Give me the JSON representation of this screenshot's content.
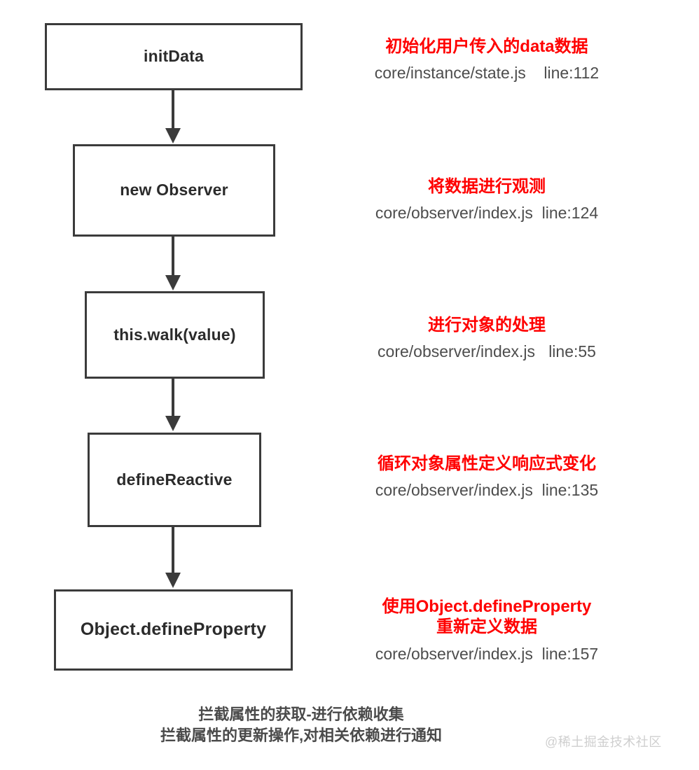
{
  "diagram": {
    "title": "Vue data reactivity flow",
    "accent_red": "#ff0000",
    "node_border": "#3b3b3b",
    "path_text_color": "#4d4d4d",
    "nodes": [
      {
        "label": "initData"
      },
      {
        "label": "new Observer"
      },
      {
        "label": "this.walk(value)"
      },
      {
        "label": "defineReactive"
      },
      {
        "label": "Object.defineProperty"
      }
    ],
    "annotations": [
      {
        "title": "初始化用户传入的data数据",
        "path": "core/instance/state.js    line:112"
      },
      {
        "title": "将数据进行观测",
        "path": "core/observer/index.js  line:124"
      },
      {
        "title": "进行对象的处理",
        "path": "core/observer/index.js   line:55"
      },
      {
        "title": "循环对象属性定义响应式变化",
        "path": "core/observer/index.js  line:135"
      },
      {
        "title": "使用Object.defineProperty\n重新定义数据",
        "path": "core/observer/index.js  line:157"
      }
    ],
    "footer": {
      "line1": "拦截属性的获取-进行依赖收集",
      "line2": "拦截属性的更新操作,对相关依赖进行通知"
    },
    "watermark": "@稀土掘金技术社区"
  }
}
